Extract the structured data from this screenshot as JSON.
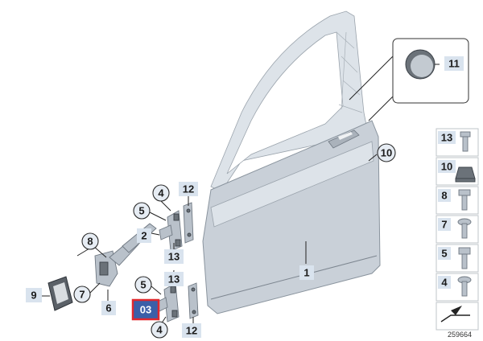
{
  "callouts": {
    "c1": "1",
    "c2": "2",
    "c4a": "4",
    "c4b": "4",
    "c5a": "5",
    "c5b": "5",
    "c6": "6",
    "c7": "7",
    "c8": "8",
    "c9": "9",
    "c10": "10",
    "c11": "11",
    "c12a": "12",
    "c12b": "12",
    "c13a": "13",
    "c13b": "13"
  },
  "highlight_label": "03",
  "highlight_color": "#e0282e",
  "parts_panel": [
    "13",
    "10",
    "8",
    "7",
    "5",
    "4"
  ],
  "diagram_number": "259664"
}
